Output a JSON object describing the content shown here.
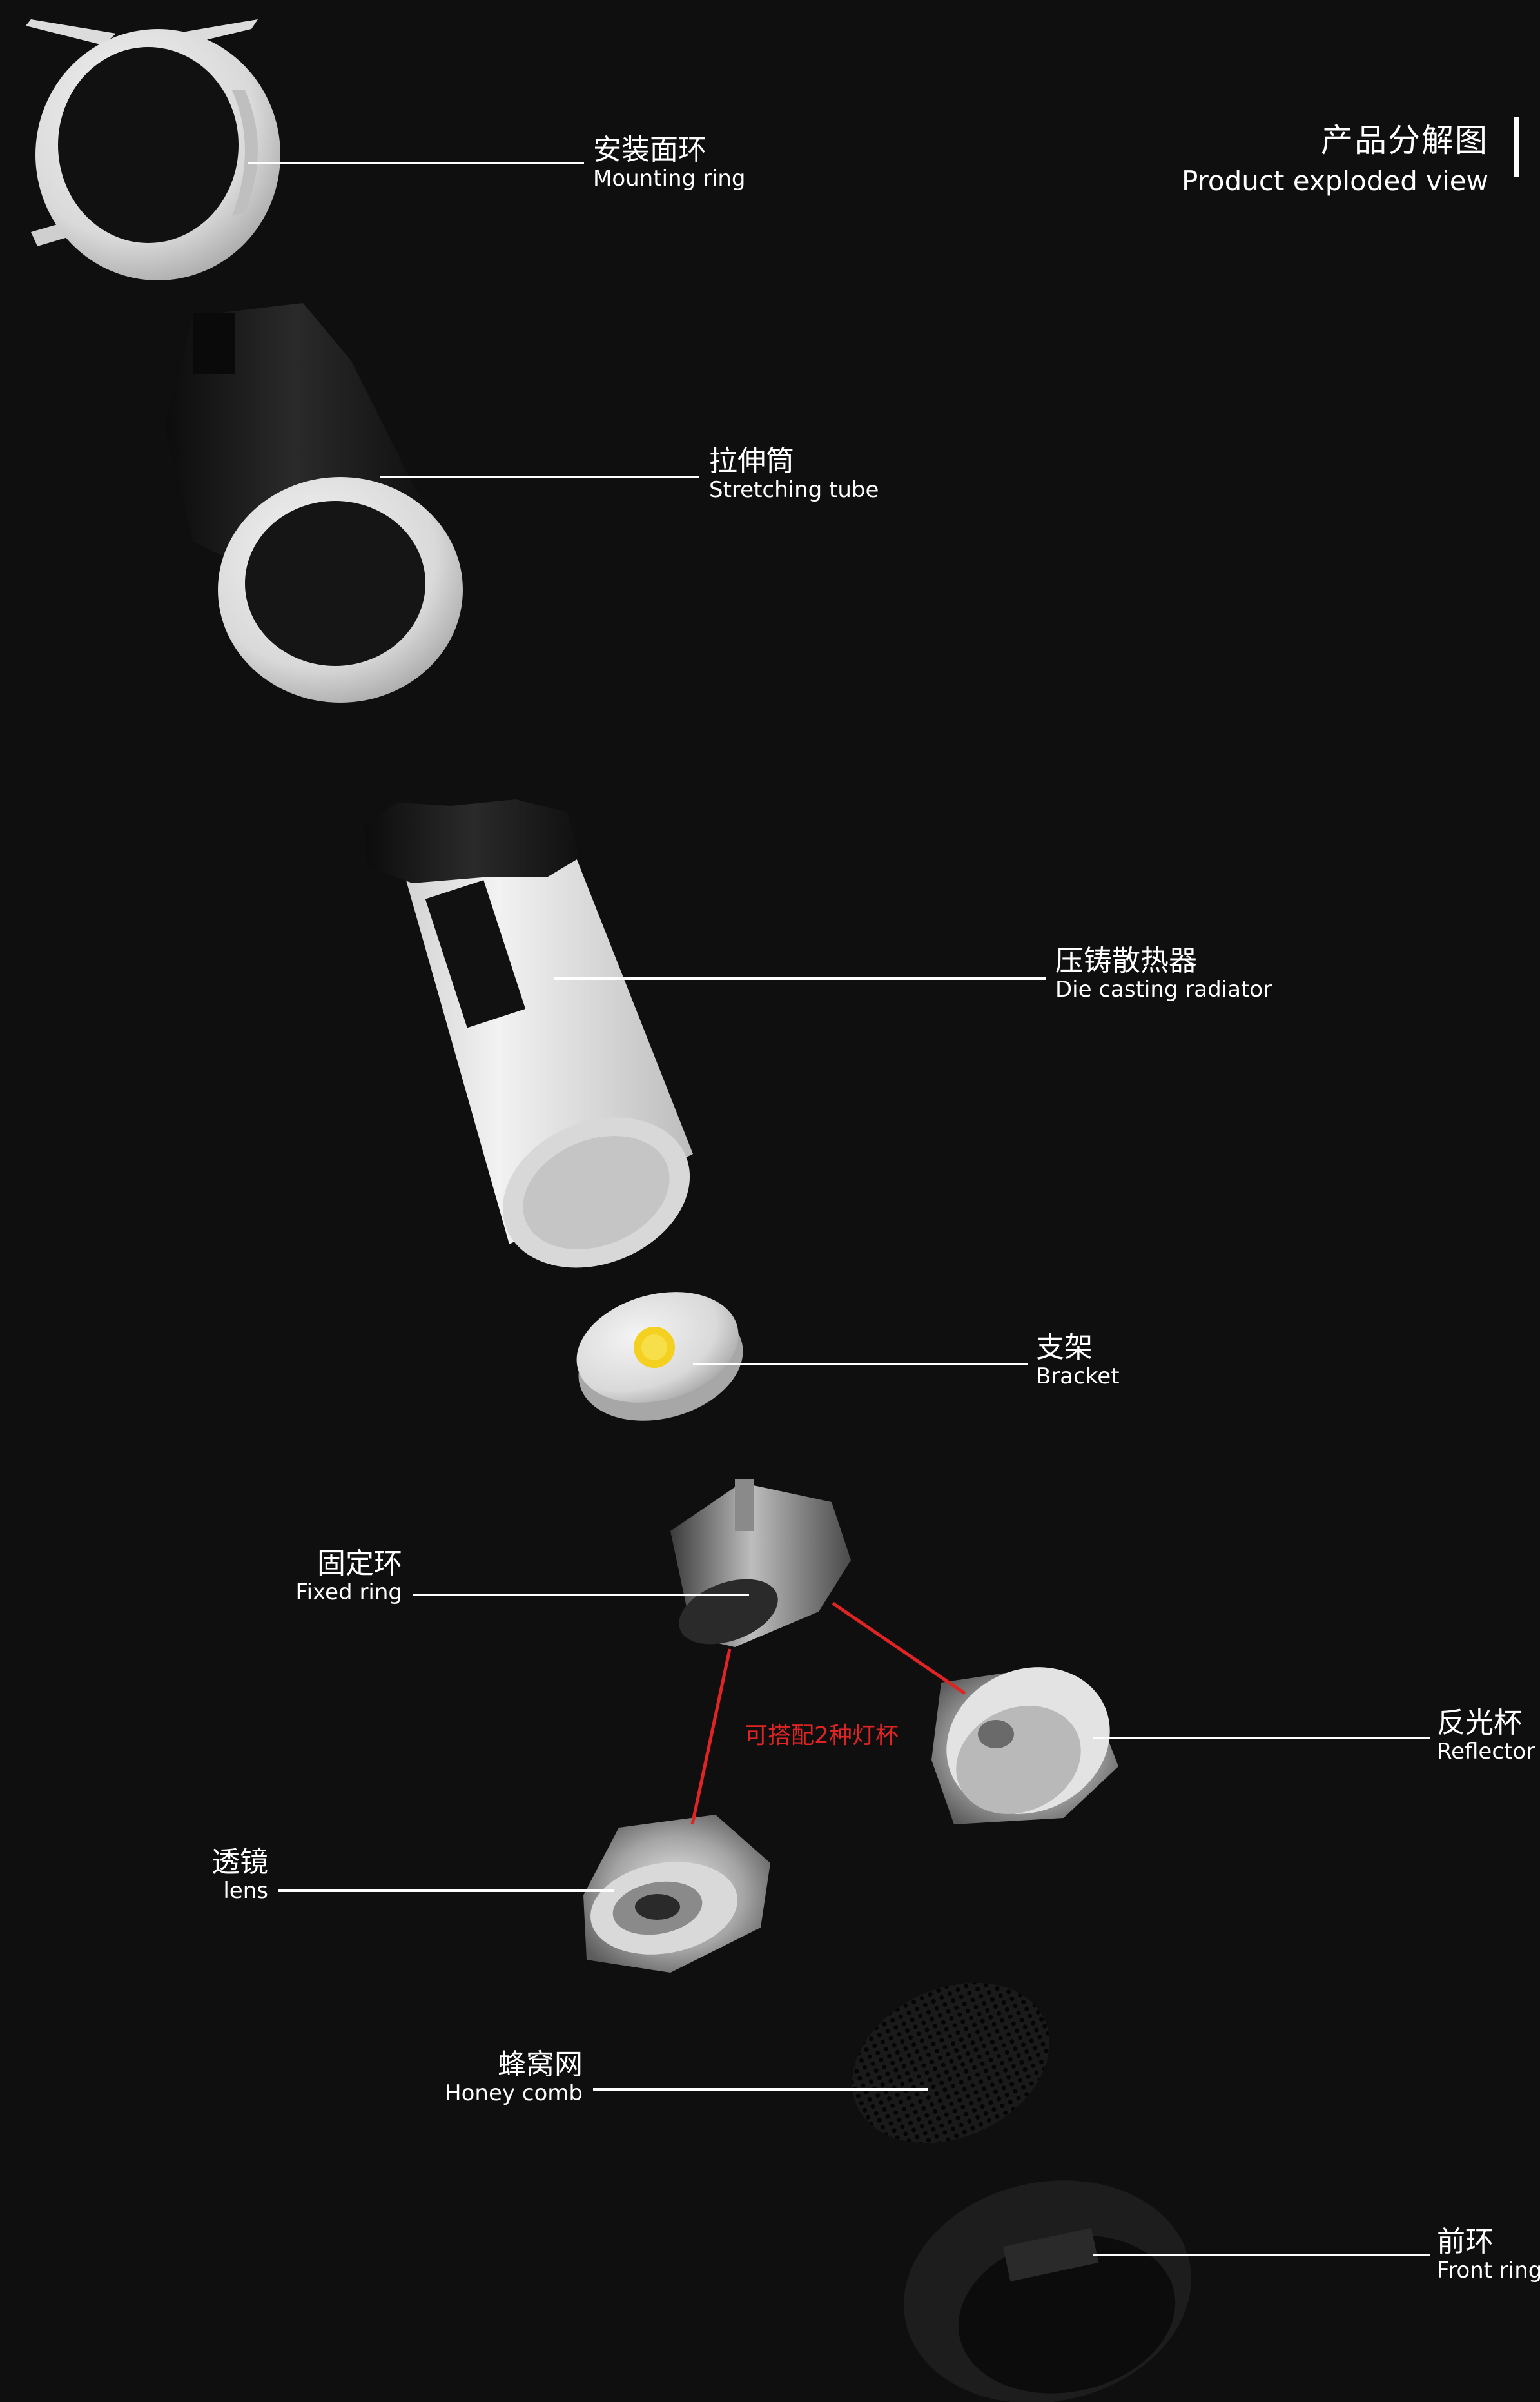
{
  "title": {
    "zh": "产品分解图",
    "en": "Product exploded view"
  },
  "components": {
    "mounting_ring": {
      "zh": "安装面环",
      "en": "Mounting ring"
    },
    "stretching_tube": {
      "zh": "拉伸筒",
      "en": "Stretching tube"
    },
    "radiator": {
      "zh": "压铸散热器",
      "en": "Die casting radiator"
    },
    "bracket": {
      "zh": "支架",
      "en": "Bracket"
    },
    "fixed_ring": {
      "zh": "固定环",
      "en": "Fixed ring"
    },
    "reflector": {
      "zh": "反光杯",
      "en": "Reflector"
    },
    "lens": {
      "zh": "透镜",
      "en": "lens"
    },
    "honeycomb": {
      "zh": "蜂窝网",
      "en": "Honey comb"
    },
    "front_ring": {
      "zh": "前环",
      "en": "Front ring"
    }
  },
  "note": "可搭配2种灯杯",
  "colors": {
    "background": "#0f0f0f",
    "line": "#ffffff",
    "accent": "#e02424",
    "part_white": "#e8e8e8",
    "part_black": "#1c1c1c"
  }
}
